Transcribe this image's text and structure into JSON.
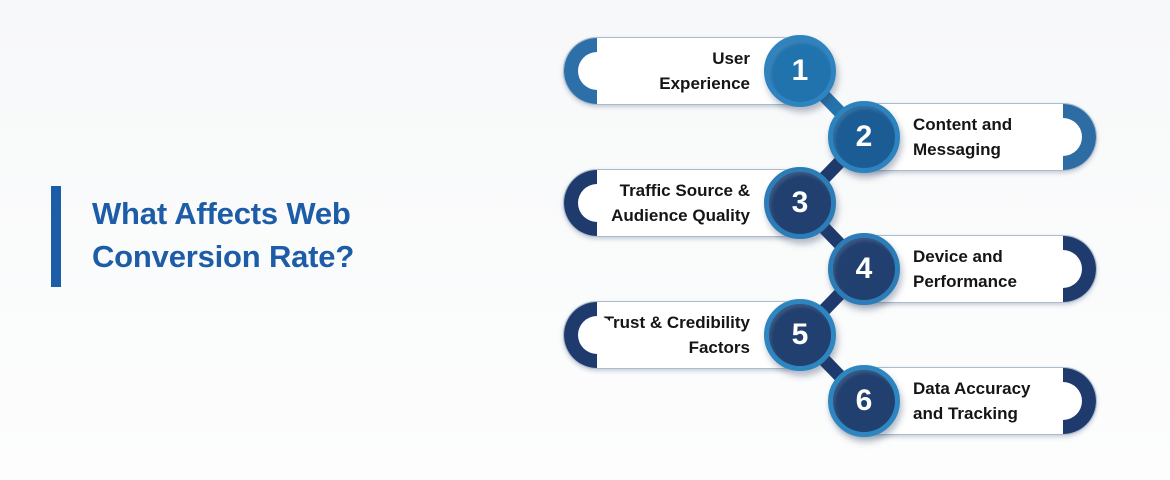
{
  "background": "#fafbfb",
  "title": {
    "line1": "What Affects Web",
    "line2": "Conversion Rate?",
    "color": "#1D5CA7"
  },
  "items": [
    {
      "number": "1",
      "label": "User\nExperience",
      "side": "left",
      "colors": {
        "cap": "#2C6FA9",
        "fill": "#2173AE",
        "ring": "#2F84C0"
      }
    },
    {
      "number": "2",
      "label": "Content and\nMessaging",
      "side": "right",
      "colors": {
        "cap": "#2E6DA4",
        "fill": "#1B5C95",
        "ring": "#2C83BE"
      }
    },
    {
      "number": "3",
      "label": "Traffic Source &\nAudience Quality",
      "side": "left",
      "colors": {
        "cap": "#1F3A6C",
        "fill": "#21406F",
        "ring": "#2C7CB8"
      }
    },
    {
      "number": "4",
      "label": "Device and\nPerformance",
      "side": "right",
      "colors": {
        "cap": "#1F3A6C",
        "fill": "#21406F",
        "ring": "#2C7CB8"
      }
    },
    {
      "number": "5",
      "label": "Trust & Credibility\nFactors",
      "side": "left",
      "colors": {
        "cap": "#1F3A6C",
        "fill": "#21406F",
        "ring": "#2E86C1"
      }
    },
    {
      "number": "6",
      "label": "Data Accuracy\nand Tracking",
      "side": "right",
      "colors": {
        "cap": "#1F3A6C",
        "fill": "#21406F",
        "ring": "#2E86C1"
      }
    }
  ],
  "connectors": [
    {
      "from": "1",
      "to": "2",
      "color": "#2573AD"
    },
    {
      "from": "2",
      "to": "3",
      "color": "#1F3A6C"
    },
    {
      "from": "3",
      "to": "4",
      "color": "#1F3A6C"
    },
    {
      "from": "4",
      "to": "5",
      "color": "#1F3A6C"
    },
    {
      "from": "5",
      "to": "6",
      "color": "#1F3A6C"
    }
  ]
}
